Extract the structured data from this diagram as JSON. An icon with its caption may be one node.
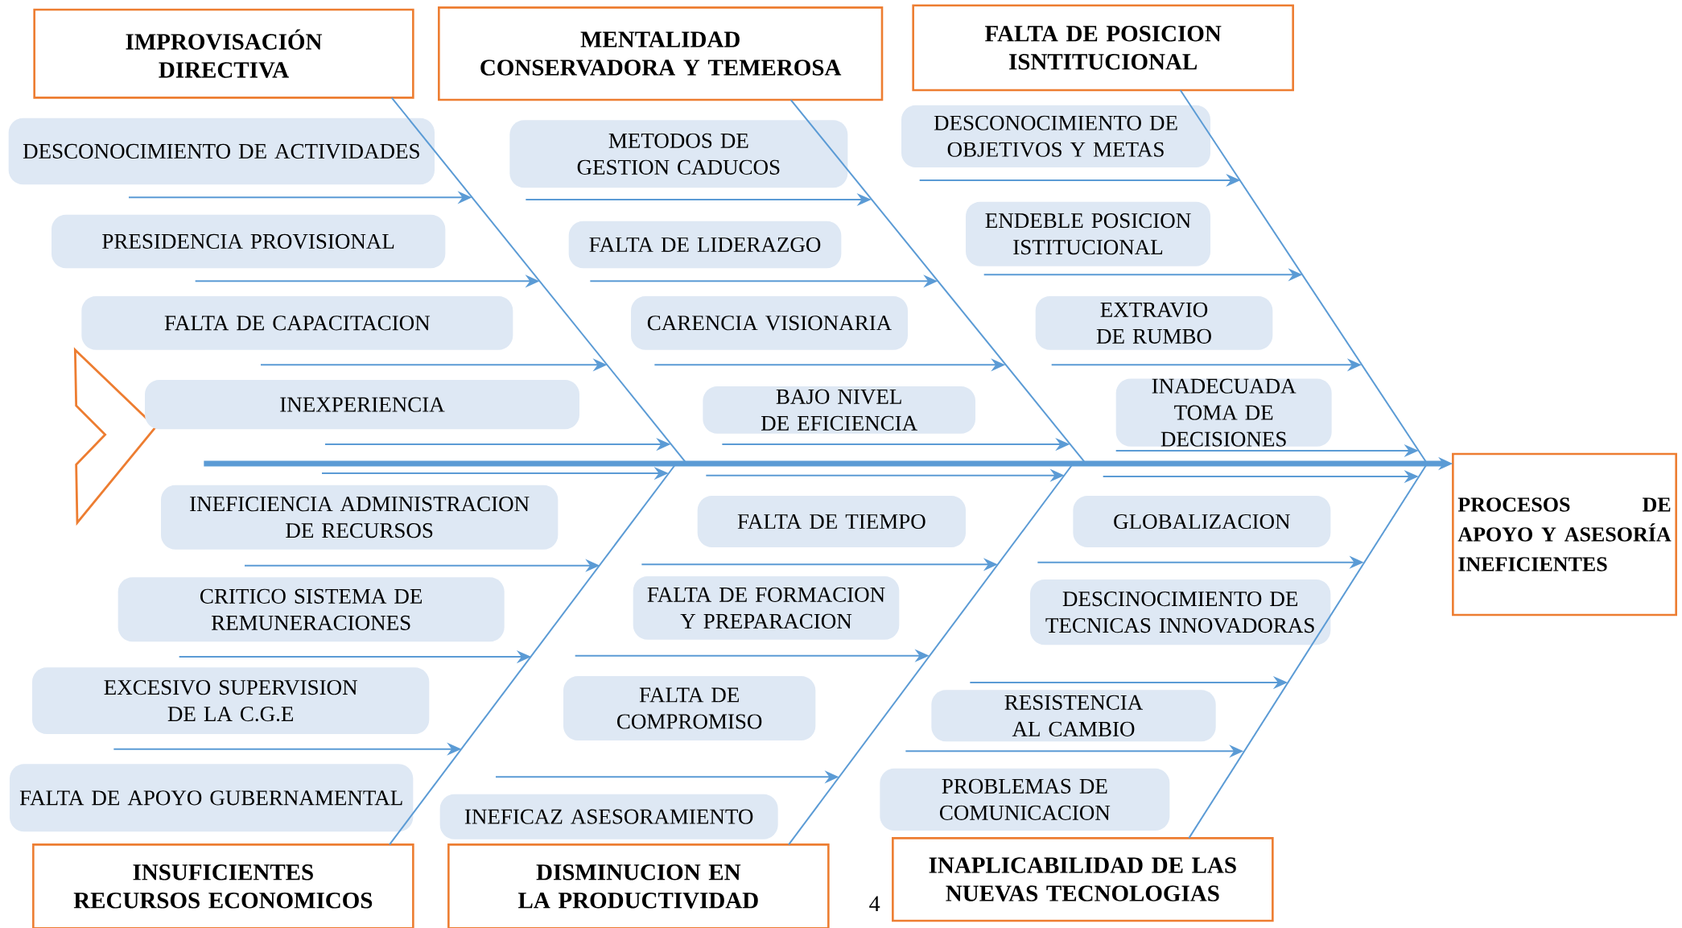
{
  "diagram": {
    "nodes": [
      {
        "text": [
          "IMPROVISACIÓN DIRECTIVA"
        ]
      },
      {
        "text": [
          "MENTALIDAD CONSERVADORA Y TEMEROSA"
        ]
      },
      {
        "text": [
          "FALTA DE POSICION ISNTITUCIONAL"
        ]
      },
      {
        "text": [
          "DESCONOCIMIENTO DE ACTIVIDADES"
        ]
      },
      {
        "text": [
          "PRESIDENCIA PROVISIONAL"
        ]
      },
      {
        "text": [
          "FALTA DE CAPACITACION"
        ]
      },
      {
        "text": [
          "INEXPERIENCIA"
        ]
      },
      {
        "text": [
          "METODOS DE GESTION CADUCOS"
        ]
      },
      {
        "text": [
          "FALTA DE LIDERAZGO"
        ]
      },
      {
        "text": [
          "CARENCIA VISIONARIA"
        ]
      },
      {
        "text": [
          "BAJO NIVEL DE EFICIENCIA"
        ]
      },
      {
        "text": [
          "DESCONOCIMIENTO DE OBJETIVOS Y METAS"
        ]
      },
      {
        "text": [
          "ENDEBLE POSICION ISTITUCIONAL"
        ]
      },
      {
        "text": [
          "EXTRAVIO DE RUMBO"
        ]
      },
      {
        "text": [
          "INADECUADA TOMA DE DECISIONES"
        ]
      },
      {
        "text": [
          "PROCESOS DE APOYO Y ASESORÍA INEFICIENTES"
        ]
      },
      {
        "text": [
          "INEFICIENCIA ADMINISTRACION DE RECURSOS"
        ]
      },
      {
        "text": [
          "CRITICO SISTEMA DE REMUNERACIONES"
        ]
      },
      {
        "text": [
          "EXCESIVO SUPERVISION DE LA C.G.E"
        ]
      },
      {
        "text": [
          "FALTA DE APOYO GUBERNAMENTAL"
        ]
      },
      {
        "text": [
          "FALTA DE TIEMPO"
        ]
      },
      {
        "text": [
          "FALTA DE FORMACION Y PREPARACION"
        ]
      },
      {
        "text": [
          "FALTA DE COMPROMISO"
        ]
      },
      {
        "text": [
          "INEFICAZ ASESORAMIENTO"
        ]
      },
      {
        "text": [
          "GLOBALIZACION"
        ]
      },
      {
        "text": [
          "DESCINOCIMIENTO DE TECNICAS INNOVADORAS"
        ]
      },
      {
        "text": [
          "RESISTENCIA AL CAMBIO"
        ]
      },
      {
        "text": [
          "PROBLEMAS DE COMUNICACION"
        ]
      },
      {
        "text": [
          "INSUFICIENTES RECURSOS ECONOMICOS"
        ]
      },
      {
        "text": [
          "DISMINUCION EN LA PRODUCTIVIDAD"
        ]
      },
      {
        "text": [
          "INAPLICABILIDAD DE LAS NUEVAS TECNOLOGIAS"
        ]
      }
    ],
    "edges": [
      {
        "from": null,
        "to": 15,
        "arrow": "to",
        "style": "thick"
      },
      {
        "from": 0,
        "to": null,
        "arrow": "none"
      },
      {
        "from": 1,
        "to": null,
        "arrow": "none"
      },
      {
        "from": 2,
        "to": null,
        "arrow": "none"
      },
      {
        "from": 28,
        "to": null,
        "arrow": "none"
      },
      {
        "from": 29,
        "to": null,
        "arrow": "none"
      },
      {
        "from": 30,
        "to": null,
        "arrow": "none"
      },
      {
        "from": 3,
        "to": null,
        "arrow": "to"
      },
      {
        "from": 4,
        "to": null,
        "arrow": "to"
      },
      {
        "from": 5,
        "to": null,
        "arrow": "to"
      },
      {
        "from": 6,
        "to": null,
        "arrow": "to"
      },
      {
        "from": 7,
        "to": null,
        "arrow": "to"
      },
      {
        "from": 8,
        "to": null,
        "arrow": "to"
      },
      {
        "from": 9,
        "to": null,
        "arrow": "to"
      },
      {
        "from": 10,
        "to": null,
        "arrow": "to"
      },
      {
        "from": 11,
        "to": null,
        "arrow": "to"
      },
      {
        "from": 12,
        "to": null,
        "arrow": "to"
      },
      {
        "from": 13,
        "to": null,
        "arrow": "to"
      },
      {
        "from": 14,
        "to": null,
        "arrow": "to"
      },
      {
        "from": 16,
        "to": null,
        "arrow": "to"
      },
      {
        "from": 17,
        "to": null,
        "arrow": "to"
      },
      {
        "from": 18,
        "to": null,
        "arrow": "to"
      },
      {
        "from": 19,
        "to": null,
        "arrow": "to"
      },
      {
        "from": 20,
        "to": null,
        "arrow": "to"
      },
      {
        "from": 21,
        "to": null,
        "arrow": "to"
      },
      {
        "from": 22,
        "to": null,
        "arrow": "to"
      },
      {
        "from": 23,
        "to": null,
        "arrow": "to"
      },
      {
        "from": 24,
        "to": null,
        "arrow": "to"
      },
      {
        "from": 25,
        "to": null,
        "arrow": "to"
      },
      {
        "from": 26,
        "to": null,
        "arrow": "to"
      },
      {
        "from": 27,
        "to": null,
        "arrow": "to"
      }
    ],
    "labels": [
      "4"
    ]
  }
}
